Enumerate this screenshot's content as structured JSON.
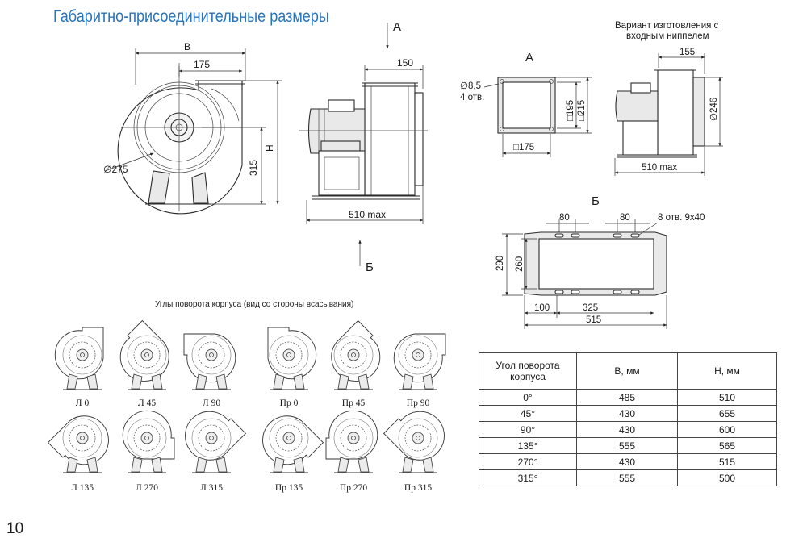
{
  "page_title": "Габаритно-присоединительные размеры",
  "section_rotation_title": "Углы поворота корпуса (вид со стороны всасывания)",
  "page_number": "10",
  "front_view": {
    "dim_b": "В",
    "dim_175": "175",
    "dim_d275": "∅275",
    "dim_315": "315",
    "dim_h": "Н"
  },
  "side_view": {
    "label_a": "А",
    "label_b": "Б",
    "dim_150": "150",
    "dim_510": "510 max"
  },
  "view_a": {
    "title": "А",
    "holes_line1": "∅8,5",
    "holes_line2": "4 отв.",
    "dim_195": "□195",
    "dim_215": "□215",
    "dim_175": "□175"
  },
  "nipple_variant": {
    "title_line1": "Вариант изготовления с",
    "title_line2": "входным ниппелем",
    "dim_155": "155",
    "dim_246": "∅246",
    "dim_510": "510 max"
  },
  "view_b": {
    "title": "Б",
    "dim_80a": "80",
    "dim_80b": "80",
    "holes": "8 отв. 9х40",
    "dim_290": "290",
    "dim_260": "260",
    "dim_100": "100",
    "dim_325": "325",
    "dim_515": "515"
  },
  "rotation_variants": [
    {
      "label": "Л 0"
    },
    {
      "label": "Л 45"
    },
    {
      "label": "Л 90"
    },
    {
      "label": "Пр 0"
    },
    {
      "label": "Пр 45"
    },
    {
      "label": "Пр 90"
    },
    {
      "label": "Л 135"
    },
    {
      "label": "Л 270"
    },
    {
      "label": "Л 315"
    },
    {
      "label": "Пр 135"
    },
    {
      "label": "Пр 270"
    },
    {
      "label": "Пр 315"
    }
  ],
  "table": {
    "headers": [
      "Угол поворота корпуса",
      "В, мм",
      "Н, мм"
    ],
    "rows": [
      [
        "0°",
        "485",
        "510"
      ],
      [
        "45°",
        "430",
        "655"
      ],
      [
        "90°",
        "430",
        "600"
      ],
      [
        "135°",
        "555",
        "565"
      ],
      [
        "270°",
        "430",
        "515"
      ],
      [
        "315°",
        "555",
        "500"
      ]
    ]
  }
}
